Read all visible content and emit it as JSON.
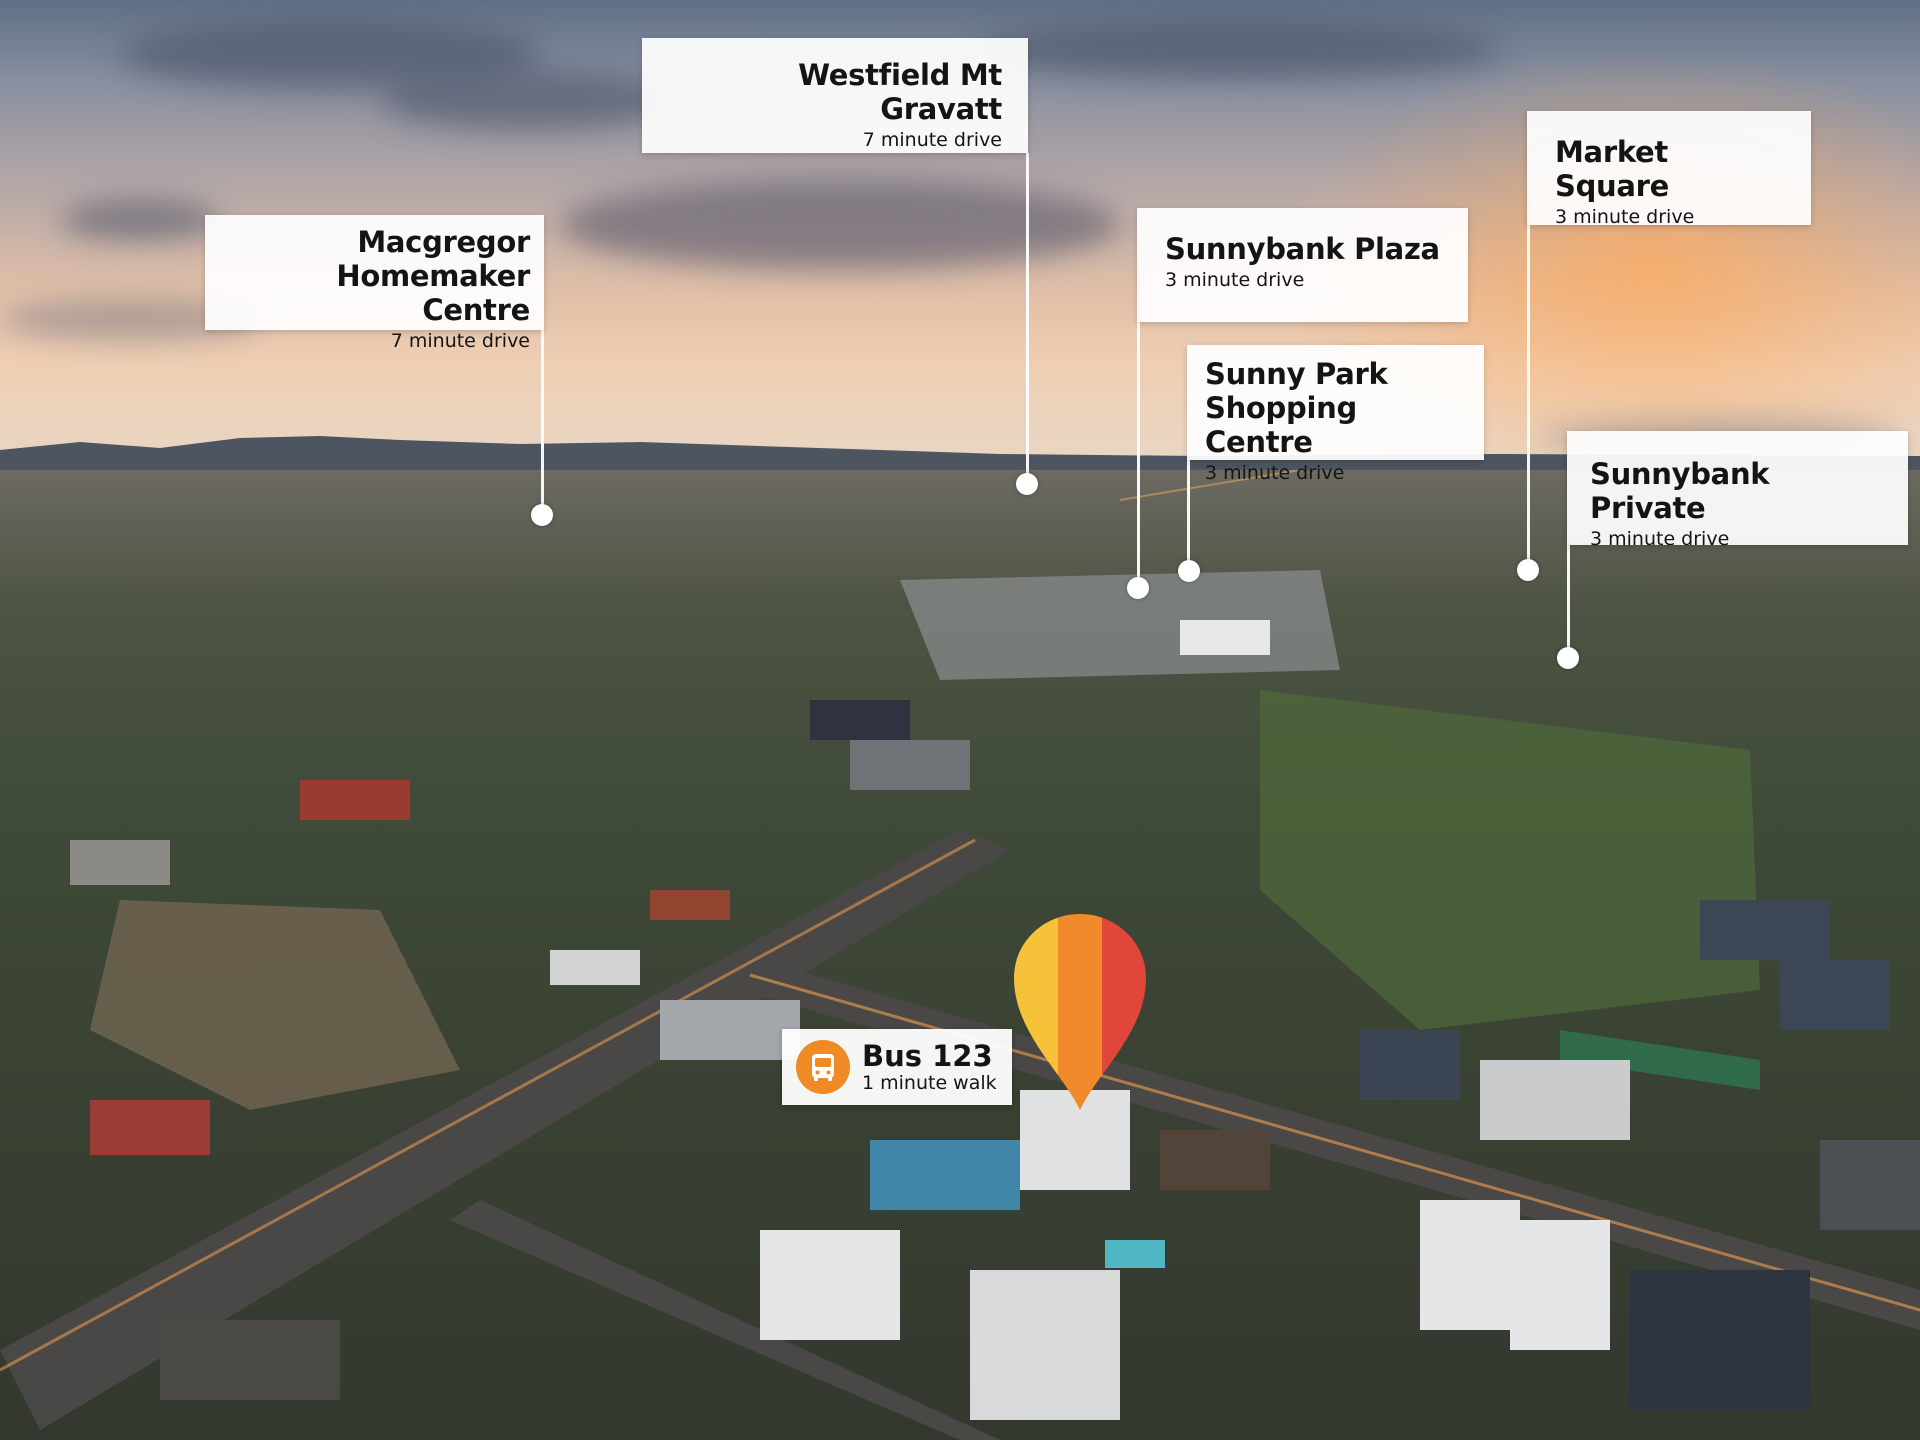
{
  "callouts": [
    {
      "name": "Westfield Mt Gravatt",
      "time": "7 minute drive"
    },
    {
      "name": "Macgregor\nHomemaker Centre",
      "time": "7 minute drive"
    },
    {
      "name": "Sunnybank Plaza",
      "time": "3 minute drive"
    },
    {
      "name": "Market Square",
      "time": "3 minute drive"
    },
    {
      "name": "Sunny Park\nShopping Centre",
      "time": "3 minute drive"
    },
    {
      "name": "Sunnybank Private",
      "time": "3 minute drive"
    }
  ],
  "bus": {
    "name": "Bus 123",
    "time": "1 minute walk",
    "icon": "bus-icon"
  },
  "pin": {
    "icon": "location-pin-icon",
    "colors": [
      "#f6c23a",
      "#f08a2a",
      "#e2463a"
    ]
  },
  "colors": {
    "callout_bg": "#ffffff",
    "bus_icon_bg": "#f08a24",
    "text": "#141414"
  }
}
